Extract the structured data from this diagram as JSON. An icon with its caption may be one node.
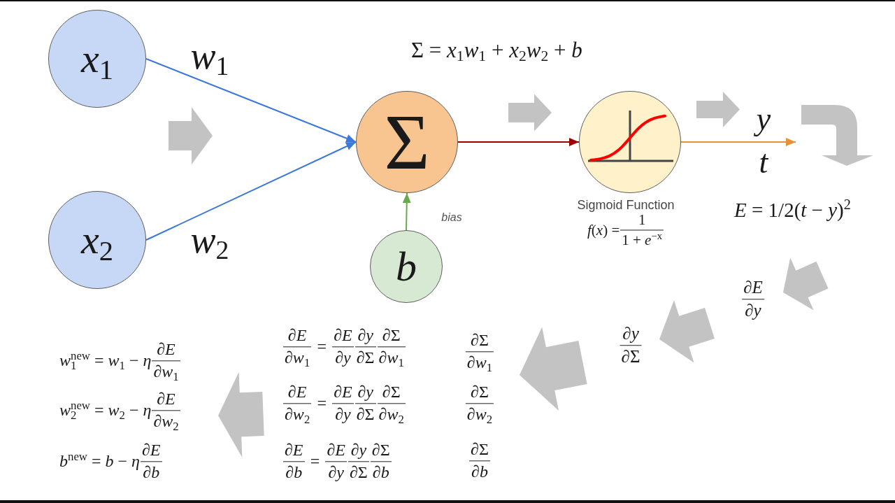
{
  "diagram": {
    "nodes": [
      {
        "text": [
          "*x*$_{1}$"
        ]
      },
      {
        "text": [
          "*x*$_{2}$"
        ]
      },
      {
        "text": [
          "Σ"
        ]
      },
      {
        "text": [
          "b"
        ]
      },
      {
        "text": [],
        "shape": "circle",
        "beside": [
          "Sigmoid Function",
          "*f*(*x*) =",
          "1",
          "1 + *e*$^{−x}$"
        ]
      }
    ],
    "edges": [
      {
        "from": 0,
        "to": 2,
        "arrow": "to",
        "label": "*w*$_{1}$"
      },
      {
        "from": 1,
        "to": 2,
        "arrow": "to",
        "label": "*w*$_{2}$"
      },
      {
        "from": 3,
        "to": 2,
        "arrow": "to",
        "label": "bias",
        "color": "#6aa84f"
      },
      {
        "from": 2,
        "to": 4,
        "arrow": "to",
        "color": "#990000"
      },
      {
        "from": 4,
        "to": null,
        "arrow": "to",
        "color": "#e69138"
      }
    ],
    "labels": [
      "Σ = *x*$_{1}$*w*$_{1}$ + *x*$_{2}$*w*$_{2}$ + *b*",
      "y",
      "t",
      "*E* = 1/2(*t* − *y*)$^{2}$",
      "∂*E*",
      "∂*y*",
      "∂*y*",
      "∂Σ",
      "*w*$_{1}$$^{new}$ = *w*$_{1}$ − *η*",
      "∂*E*",
      "∂*w*$_{1}$",
      "∂*E*",
      "∂*w*$_{1}$",
      "=",
      "∂*E*",
      "∂*y*",
      "∂*y*",
      "∂Σ",
      "∂Σ",
      "∂*w*$_{1}$",
      "∂Σ",
      "∂*w*$_{1}$",
      "*w*$_{2}$$^{new}$ = *w*$_{2}$ − *η*",
      "∂*E*",
      "∂*w*$_{2}$",
      "∂*E*",
      "∂*w*$_{2}$",
      "=",
      "∂*E*",
      "∂*y*",
      "∂*y*",
      "∂Σ",
      "∂Σ",
      "∂*w*$_{2}$",
      "∂Σ",
      "∂*w*$_{2}$",
      "*b*$^{new}$ = *b* − *η*",
      "∂*E*",
      "∂*b*",
      "∂*E*",
      "∂*b*",
      "=",
      "∂*E*",
      "∂*y*",
      "∂*y*",
      "∂Σ",
      "∂Σ",
      "∂*b*",
      "∂Σ",
      "∂*b*"
    ]
  }
}
